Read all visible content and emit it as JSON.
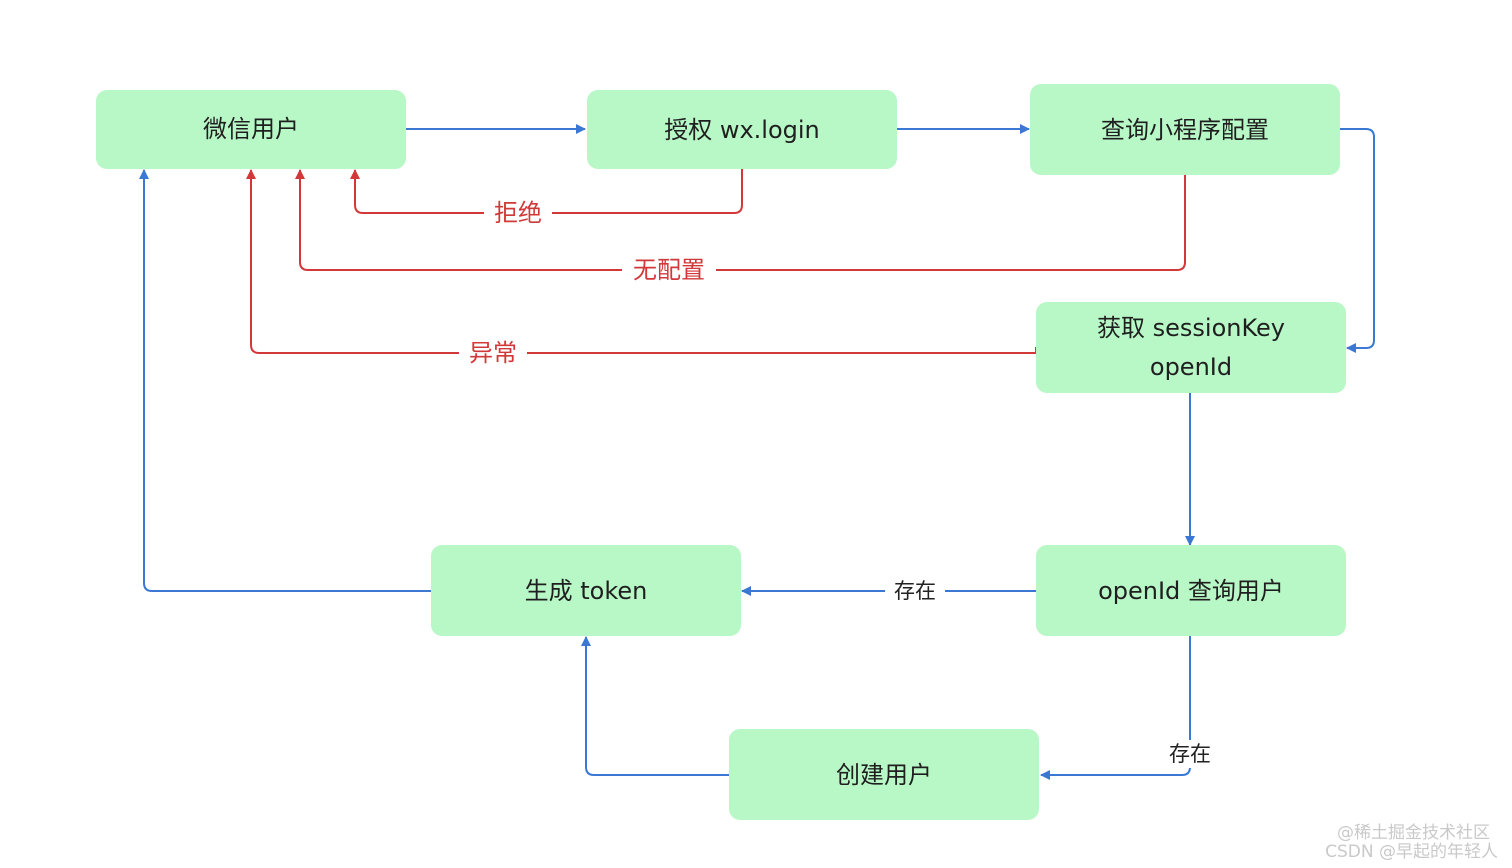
{
  "colors": {
    "node_fill": "#b8f7c6",
    "node_text": "#1f1f1f",
    "flow_blue": "#3a78d4",
    "flow_red": "#d2383a"
  },
  "nodes": {
    "wechat_user": "微信用户",
    "authorize": "授权 wx.login",
    "query_config": "查询小程序配置",
    "get_session_line1": "获取 sessionKey",
    "get_session_line2": "openId",
    "query_user": "openId 查询用户",
    "gen_token": "生成 token",
    "create_user": "创建用户"
  },
  "edges": {
    "reject": "拒绝",
    "no_config": "无配置",
    "exception": "异常",
    "exists": "存在",
    "exists_2": "存在"
  },
  "watermark": {
    "line1": "@稀土掘金技术社区",
    "line2": "CSDN @早起的年轻人"
  }
}
